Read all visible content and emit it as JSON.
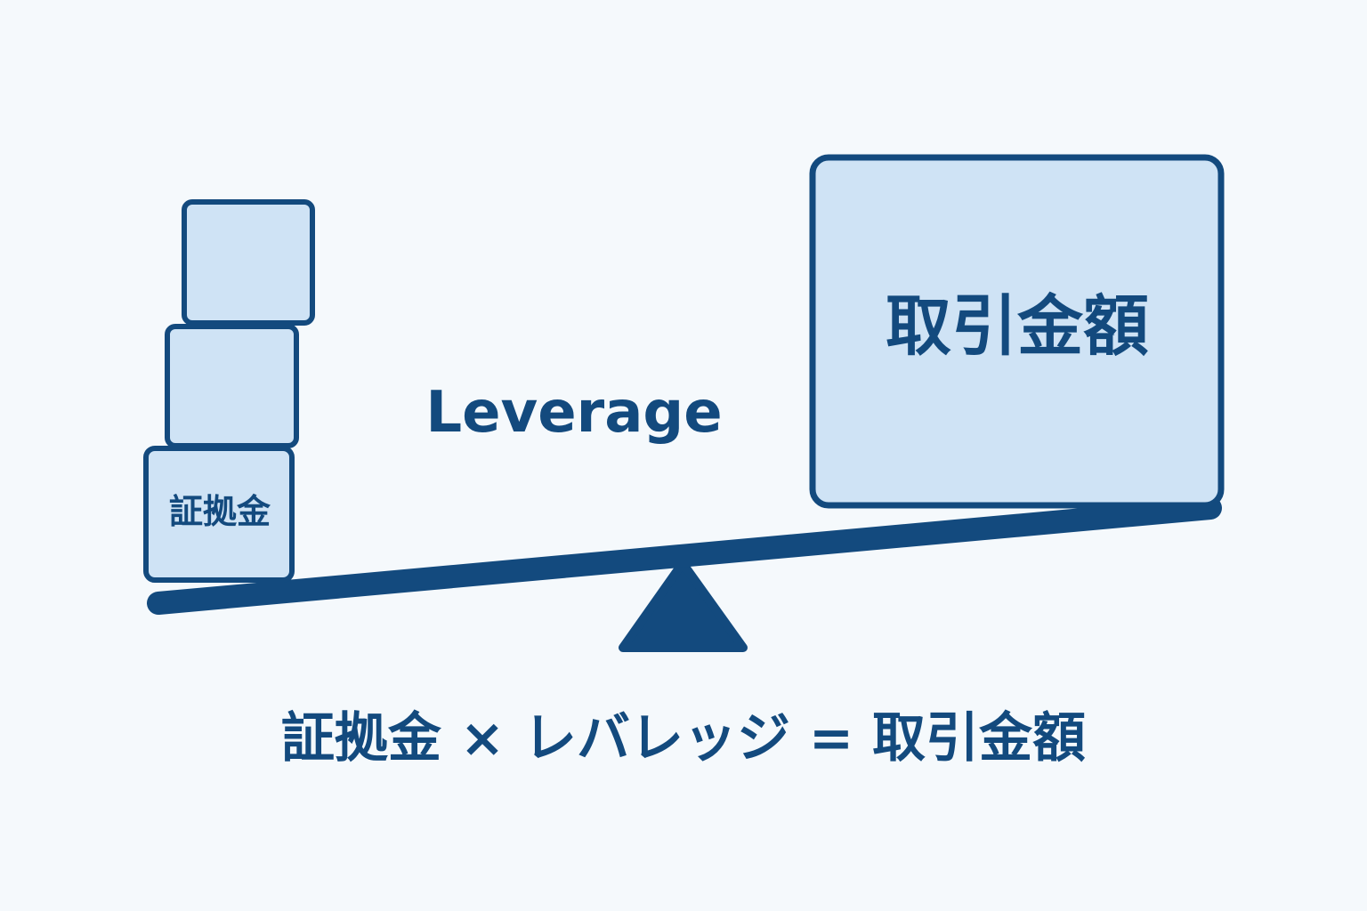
{
  "diagram": {
    "margin_label": "証拠金",
    "leverage_label": "Leverage",
    "trade_amount_label": "取引金額",
    "formula": "証拠金 × レバレッジ = 取引金額"
  },
  "colors": {
    "background": "#f5f9fc",
    "primary": "#134a7e",
    "box_fill": "#cfe3f5"
  }
}
